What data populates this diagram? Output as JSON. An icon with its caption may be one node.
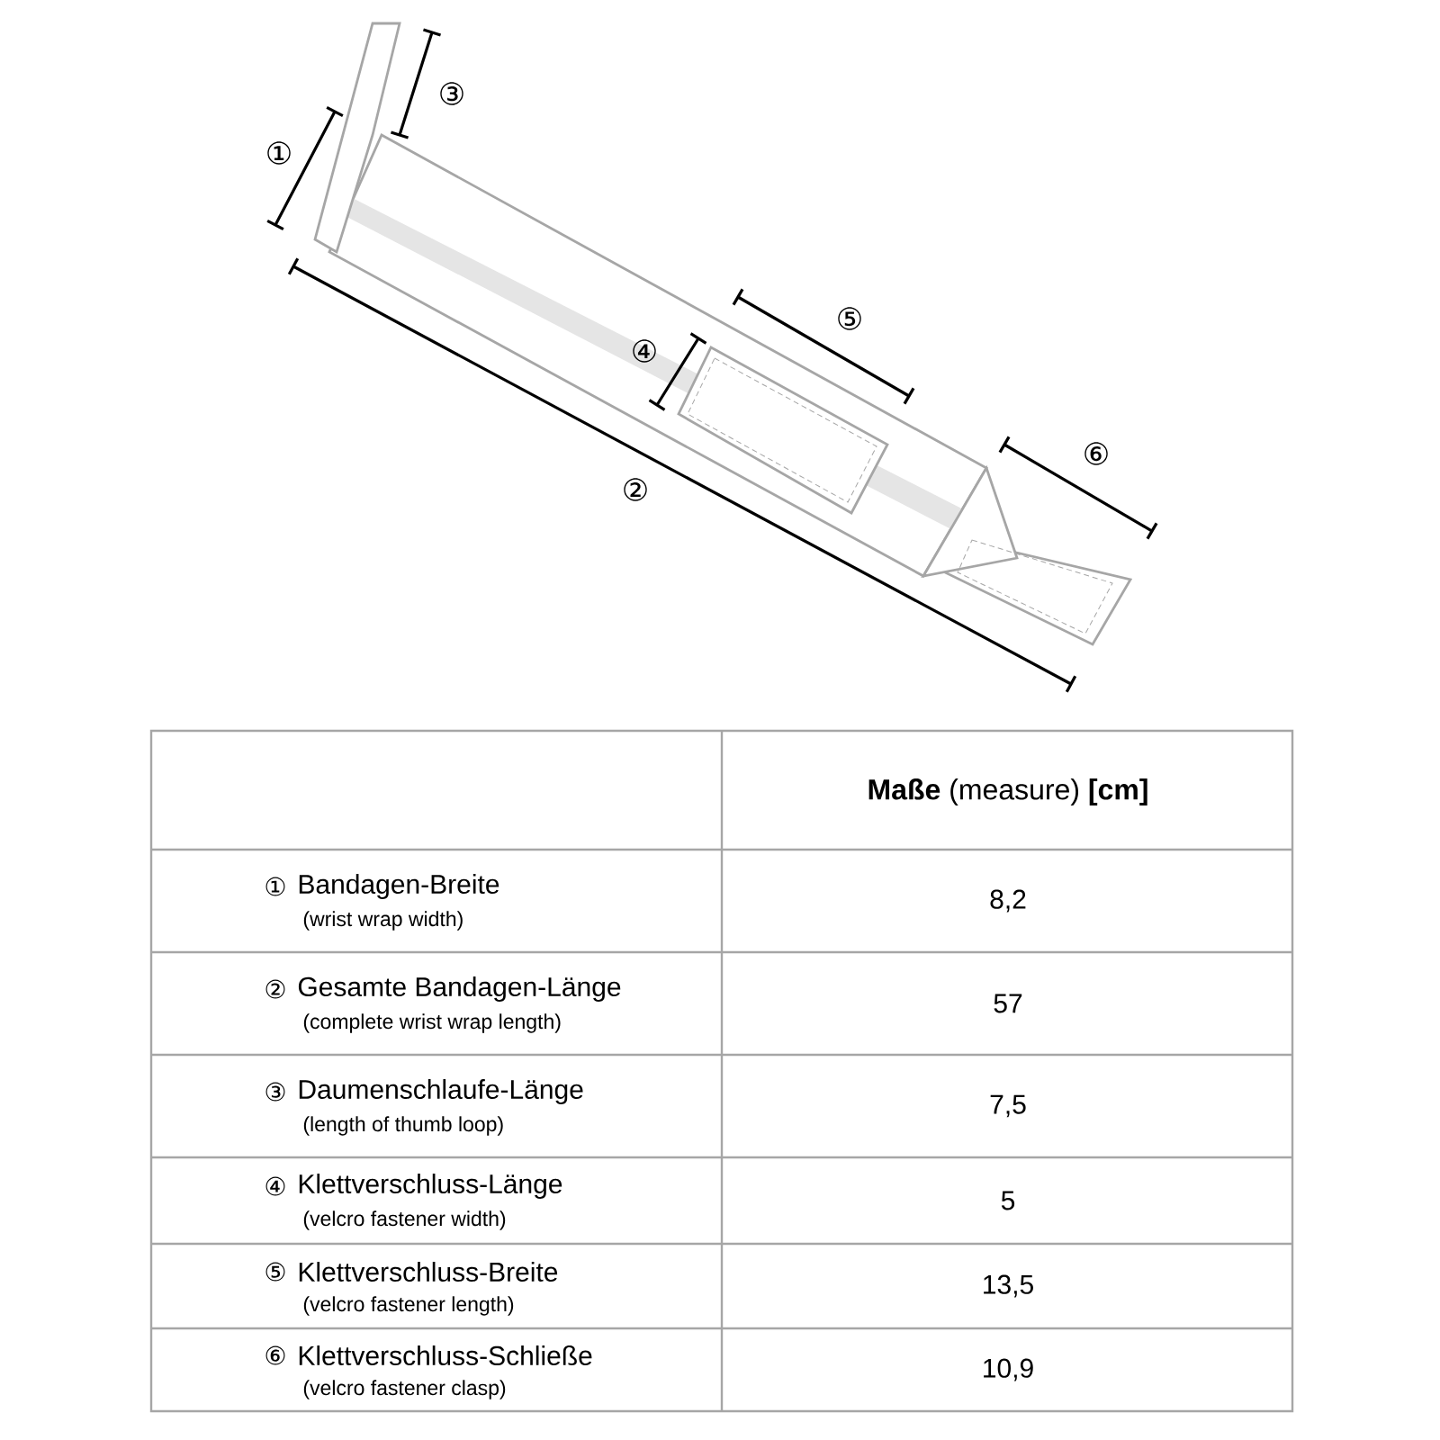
{
  "diagram": {
    "labels": [
      "③",
      "①",
      "⑤",
      "④",
      "⑥",
      "②",
      "**Maße** (measure) **[cm]**",
      "①",
      "Bandagen-Breite",
      "(wrist wrap width)",
      "8,2",
      "②",
      "Gesamte Bandagen-Länge",
      "(complete wrist wrap length)",
      "57",
      "③",
      "Daumenschlaufe-Länge",
      "(length of thumb loop)",
      "7,5",
      "④",
      "Klettverschluss-Länge",
      "(velcro fastener width)",
      "5",
      "⑤",
      "Klettverschluss-Breite",
      "(velcro fastener length)",
      "13,5",
      "⑥",
      "Klettverschluss-Schließe",
      "(velcro fastener clasp)",
      "10,9"
    ]
  }
}
